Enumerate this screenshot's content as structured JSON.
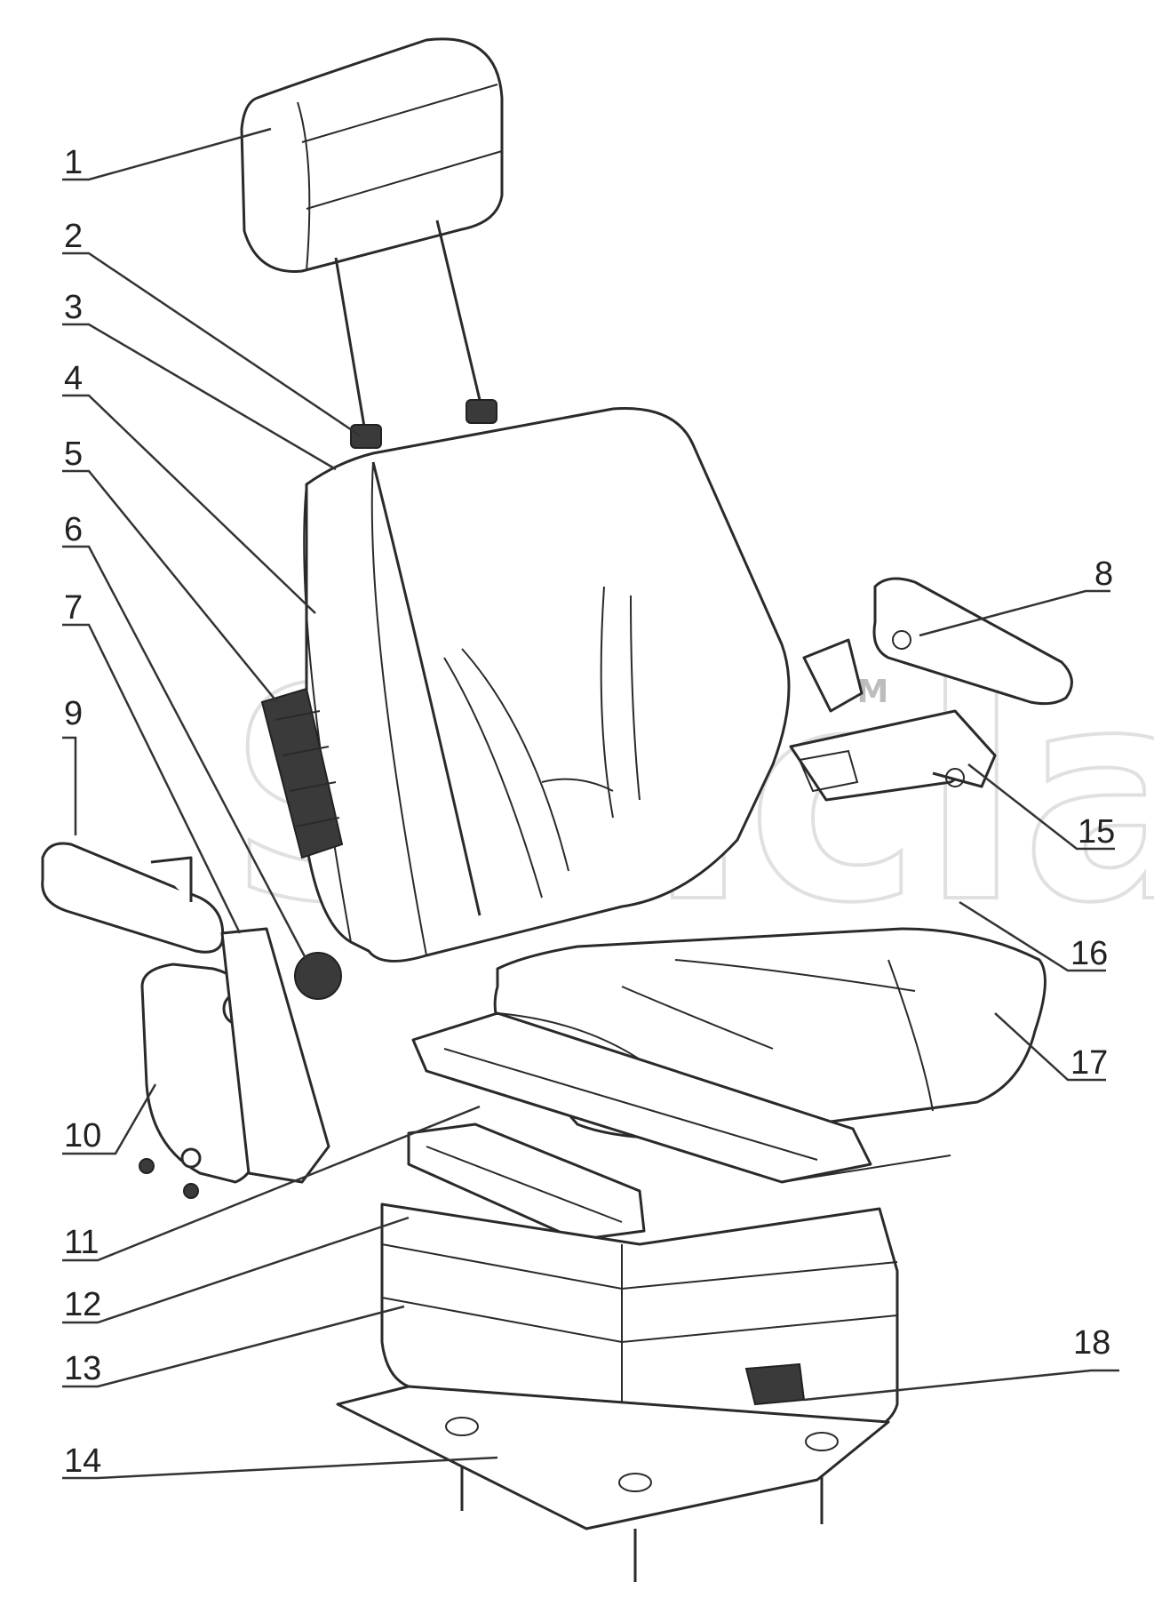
{
  "watermark": {
    "text": "Sinclair",
    "mark": "TM"
  },
  "callouts": [
    {
      "id": "1",
      "label": "1"
    },
    {
      "id": "2",
      "label": "2"
    },
    {
      "id": "3",
      "label": "3"
    },
    {
      "id": "4",
      "label": "4"
    },
    {
      "id": "5",
      "label": "5"
    },
    {
      "id": "6",
      "label": "6"
    },
    {
      "id": "7",
      "label": "7"
    },
    {
      "id": "8",
      "label": "8"
    },
    {
      "id": "9",
      "label": "9"
    },
    {
      "id": "10",
      "label": "10"
    },
    {
      "id": "11",
      "label": "11"
    },
    {
      "id": "12",
      "label": "12"
    },
    {
      "id": "13",
      "label": "13"
    },
    {
      "id": "14",
      "label": "14"
    },
    {
      "id": "15",
      "label": "15"
    },
    {
      "id": "16",
      "label": "16"
    },
    {
      "id": "17",
      "label": "17"
    },
    {
      "id": "18",
      "label": "18"
    }
  ]
}
